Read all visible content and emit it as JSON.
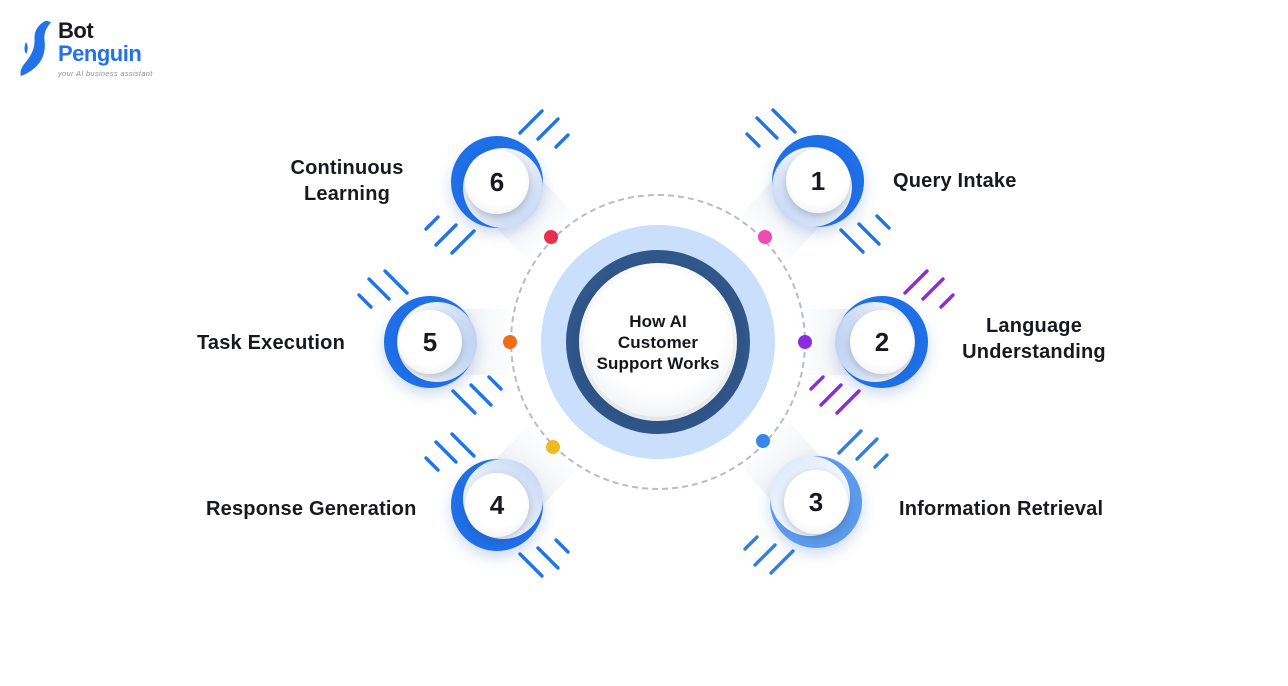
{
  "logo": {
    "bot": "Bot",
    "penguin": "Penguin",
    "tagline": "your AI business assistant"
  },
  "center": {
    "lines": [
      "How AI",
      "Customer",
      "Support Works"
    ],
    "disc_color": "#C9DFFC",
    "ring_color": "#30568A"
  },
  "steps": [
    {
      "number": "1",
      "label": "Query Intake",
      "ring_color": "#1F6FE8",
      "hash_color": "#2273E8",
      "dot_color": "#EE49B5"
    },
    {
      "number": "2",
      "label": "Language Understanding",
      "ring_color": "#1F6FE8",
      "hash_color": "#8B2BDB",
      "dot_color": "#8B2BDB"
    },
    {
      "number": "3",
      "label": "Information Retrieval",
      "ring_color": "#5B9AEC",
      "hash_color": "#2E7FE8",
      "dot_color": "#3A86E8"
    },
    {
      "number": "4",
      "label": "Response Generation",
      "ring_color": "#1F6FE8",
      "hash_color": "#2273E8",
      "dot_color": "#EFBC20"
    },
    {
      "number": "5",
      "label": "Task Execution",
      "ring_color": "#1F6FE8",
      "hash_color": "#2273E8",
      "dot_color": "#ED6E17"
    },
    {
      "number": "6",
      "label": "Continuous Learning",
      "ring_color": "#1F6FE8",
      "hash_color": "#2273E8",
      "dot_color": "#E8304A"
    }
  ],
  "colors": {
    "background": "#FFFFFF",
    "orbit_dashed": "#B8BCC3",
    "label_text": "#17191E",
    "brand_blue": "#2273E8"
  }
}
